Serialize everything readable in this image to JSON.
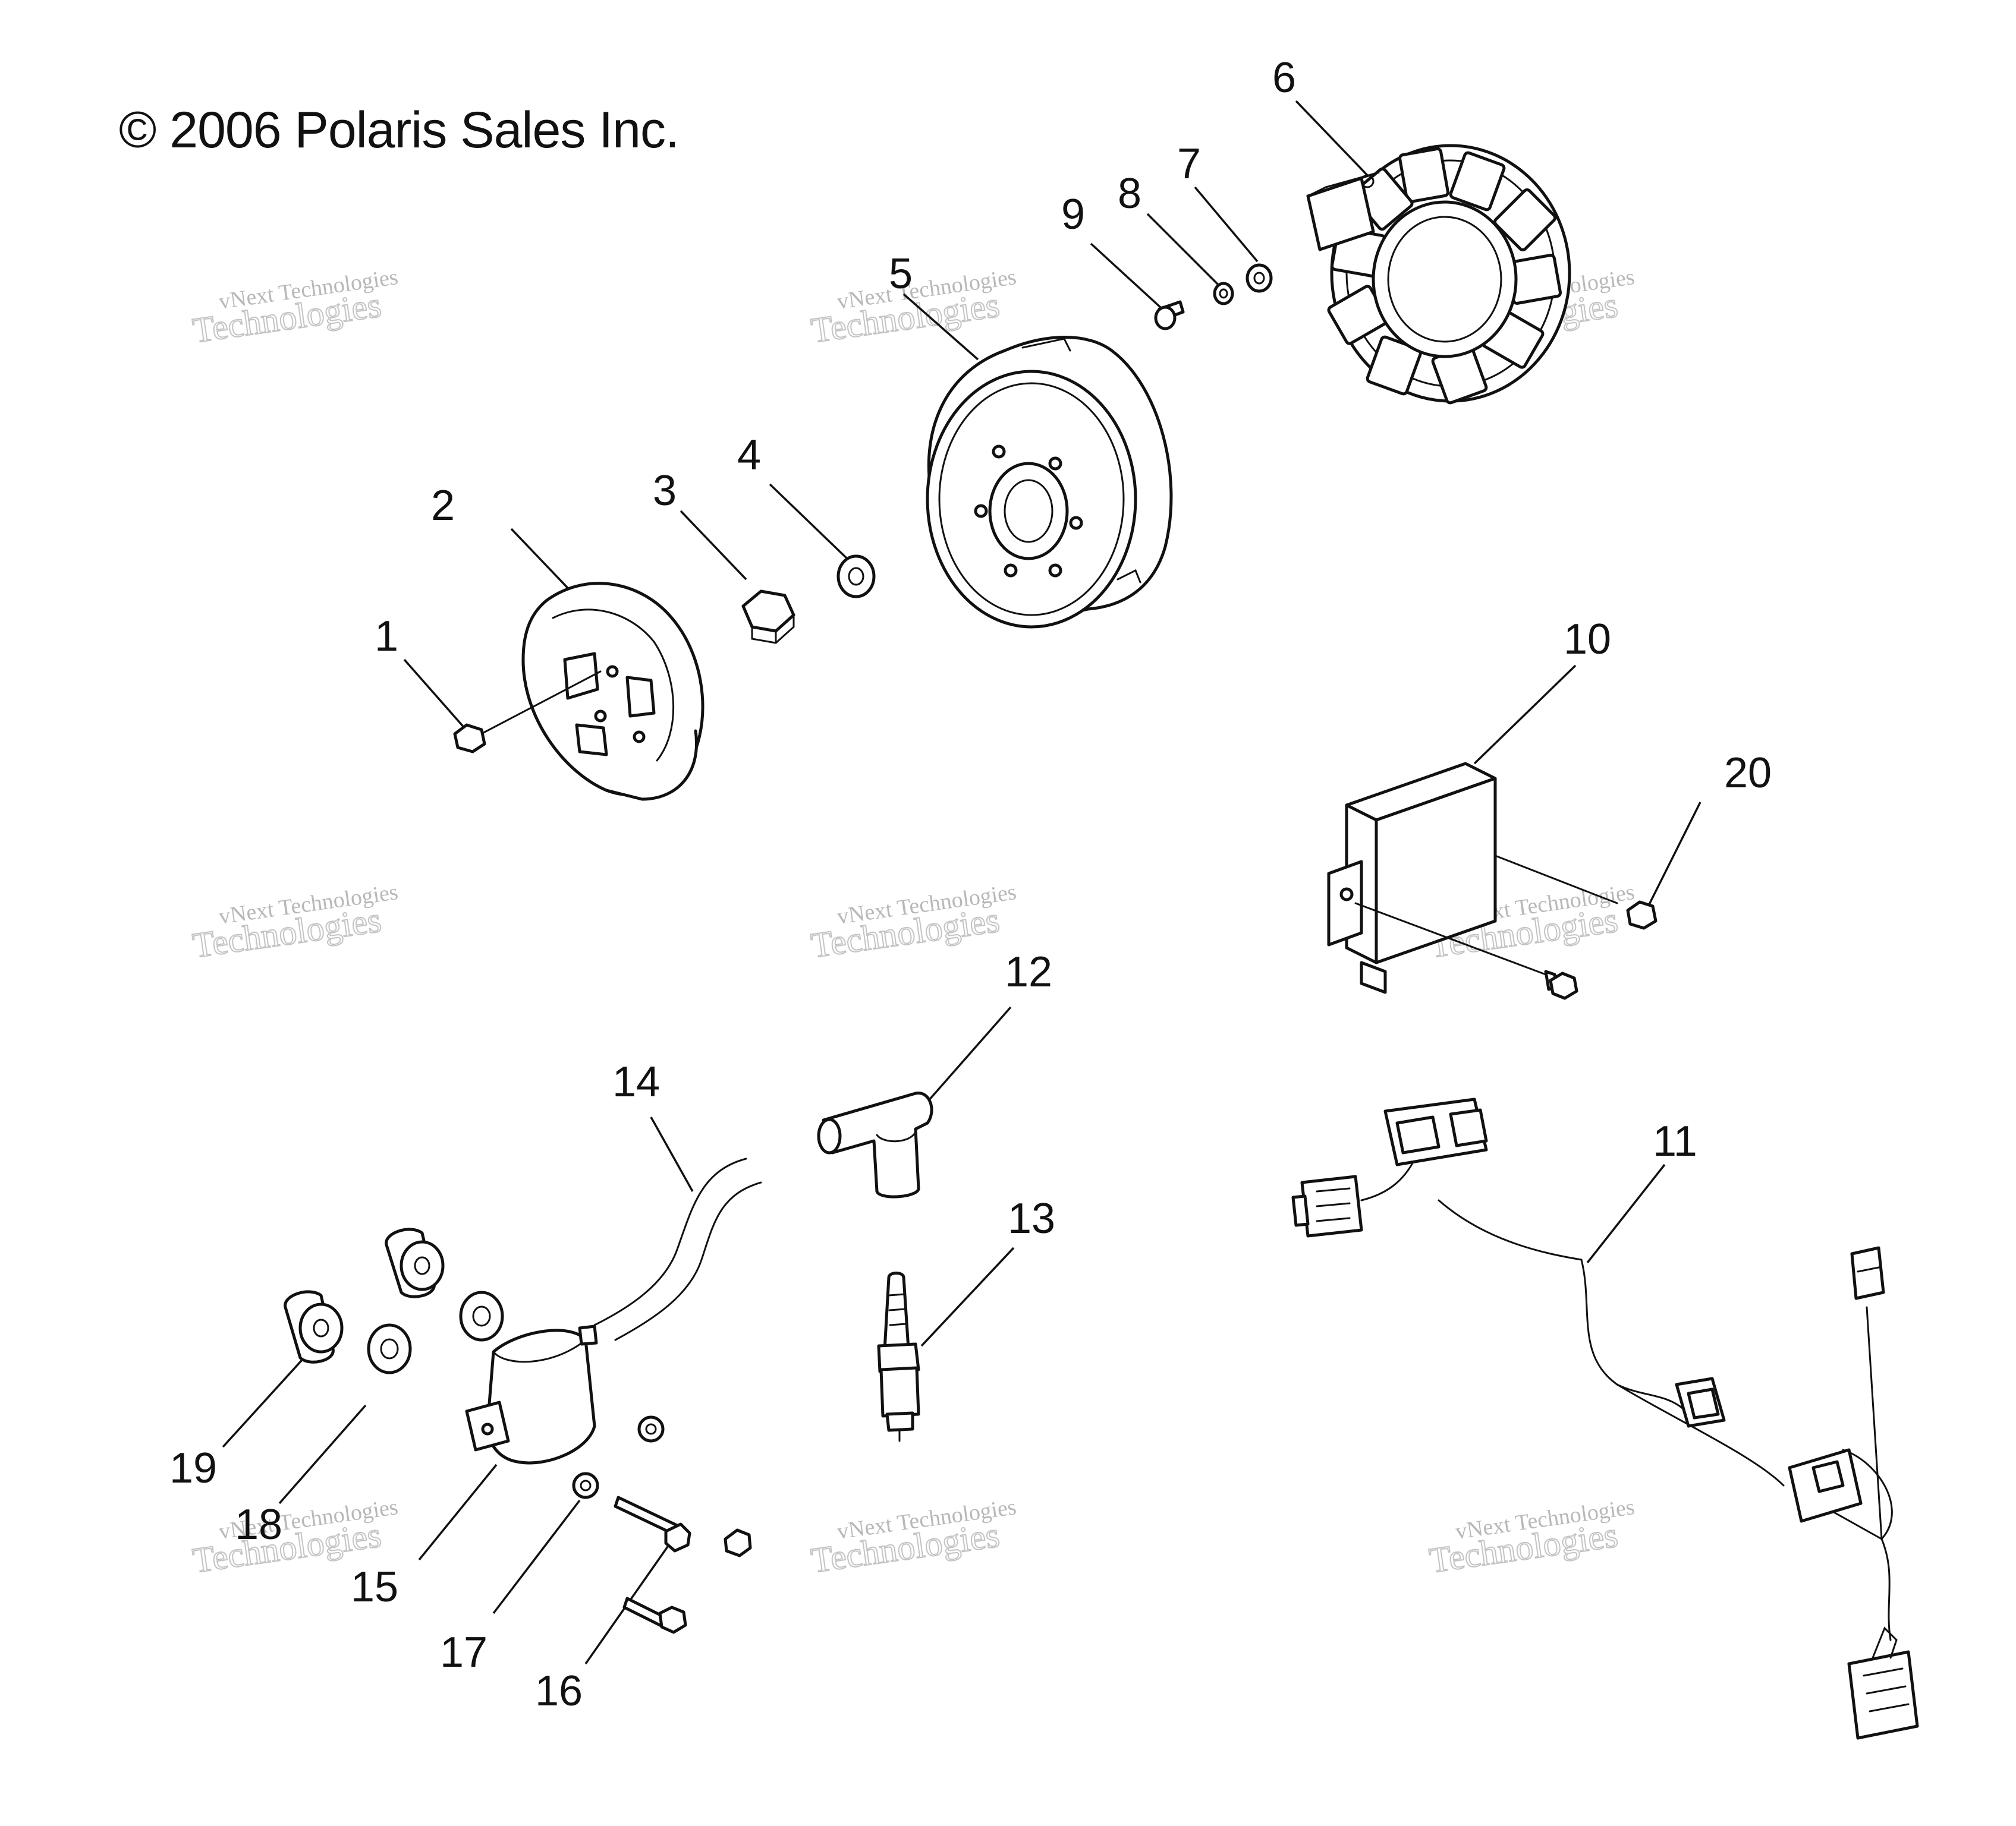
{
  "copyright": "© 2006 Polaris Sales Inc.",
  "watermark": {
    "line1": "vNext Technologies",
    "line2": "Technologies"
  },
  "callouts": [
    {
      "id": "1",
      "label": "1"
    },
    {
      "id": "2",
      "label": "2"
    },
    {
      "id": "3",
      "label": "3"
    },
    {
      "id": "4",
      "label": "4"
    },
    {
      "id": "5",
      "label": "5"
    },
    {
      "id": "6",
      "label": "6"
    },
    {
      "id": "7",
      "label": "7"
    },
    {
      "id": "8",
      "label": "8"
    },
    {
      "id": "9",
      "label": "9"
    },
    {
      "id": "10",
      "label": "10"
    },
    {
      "id": "11",
      "label": "11"
    },
    {
      "id": "12",
      "label": "12"
    },
    {
      "id": "13",
      "label": "13"
    },
    {
      "id": "14",
      "label": "14"
    },
    {
      "id": "15",
      "label": "15"
    },
    {
      "id": "16",
      "label": "16"
    },
    {
      "id": "17",
      "label": "17"
    },
    {
      "id": "18",
      "label": "18"
    },
    {
      "id": "19",
      "label": "19"
    },
    {
      "id": "20",
      "label": "20"
    }
  ]
}
